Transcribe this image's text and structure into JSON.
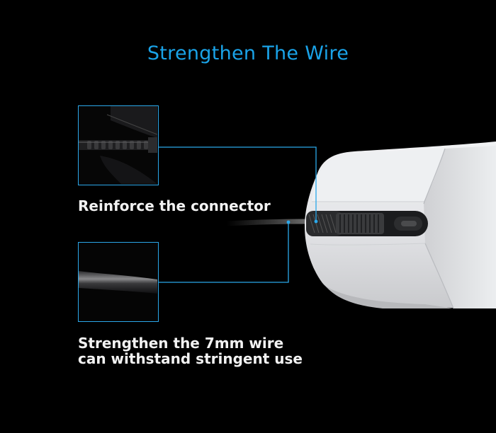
{
  "headline": "Strengthen The Wire",
  "captions": {
    "connector": "Reinforce the connector",
    "wire_line1": "Strengthen the 7mm wire",
    "wire_line2": "can withstand stringent use"
  },
  "colors": {
    "accent": "#1aa3e8",
    "callout_line": "#2ba8ea",
    "mouse_body": "#e9eaec",
    "background": "#000000"
  },
  "icons": {
    "mouse": "mouse-illustration",
    "connector_zoom": "connector-closeup-image",
    "wire_zoom": "wire-closeup-image"
  }
}
